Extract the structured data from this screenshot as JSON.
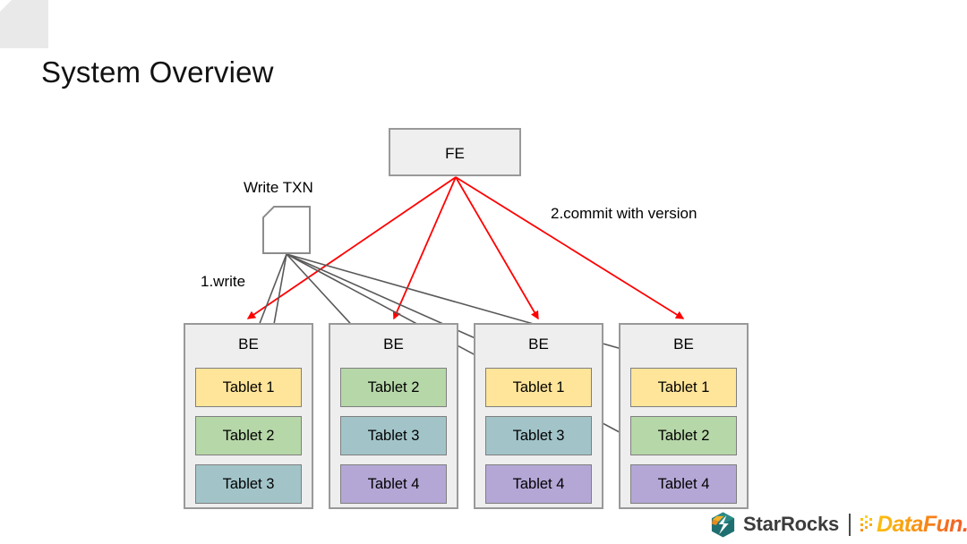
{
  "slide": {
    "title": "System Overview",
    "background_color": "#ffffff"
  },
  "palette": {
    "node_fill": "#efefef",
    "node_border": "#999999",
    "tablet_yellow": "#ffe599",
    "tablet_green": "#b6d7a8",
    "tablet_teal": "#a2c4c9",
    "tablet_purple": "#b4a7d6",
    "arrow_red": "#ff0000",
    "arrow_gray": "#595959",
    "title_color": "#111111"
  },
  "nodes": {
    "frontend": {
      "label": "FE"
    },
    "write_txn": {
      "caption": "Write TXN"
    }
  },
  "edge_labels": {
    "step1": "1.write",
    "step2": "2.commit with version"
  },
  "backends": [
    {
      "label": "BE",
      "tablets": [
        {
          "label": "Tablet 1",
          "color": "#ffe599"
        },
        {
          "label": "Tablet 2",
          "color": "#b6d7a8"
        },
        {
          "label": "Tablet 3",
          "color": "#a2c4c9"
        }
      ]
    },
    {
      "label": "BE",
      "tablets": [
        {
          "label": "Tablet 2",
          "color": "#b6d7a8"
        },
        {
          "label": "Tablet 3",
          "color": "#a2c4c9"
        },
        {
          "label": "Tablet 4",
          "color": "#b4a7d6"
        }
      ]
    },
    {
      "label": "BE",
      "tablets": [
        {
          "label": "Tablet 1",
          "color": "#ffe599"
        },
        {
          "label": "Tablet 3",
          "color": "#a2c4c9"
        },
        {
          "label": "Tablet 4",
          "color": "#b4a7d6"
        }
      ]
    },
    {
      "label": "BE",
      "tablets": [
        {
          "label": "Tablet 1",
          "color": "#ffe599"
        },
        {
          "label": "Tablet 2",
          "color": "#b6d7a8"
        },
        {
          "label": "Tablet 4",
          "color": "#b4a7d6"
        }
      ]
    }
  ],
  "edges": {
    "commit": {
      "color": "#ff0000",
      "from": "frontend",
      "to": [
        "be-1",
        "be-2",
        "be-3",
        "be-4"
      ],
      "count": 4
    },
    "write": {
      "color": "#595959",
      "from": "write_txn",
      "to": [
        "be-1-tablet-1",
        "be-1-tablet-2",
        "be-2-tablet-2",
        "be-3-tablet-1",
        "be-4-tablet-1",
        "be-4-tablet-2"
      ],
      "count": 6
    }
  },
  "footer": {
    "starrocks_name": "StarRocks",
    "datafun_name": "DataFun.",
    "divider": "|"
  }
}
